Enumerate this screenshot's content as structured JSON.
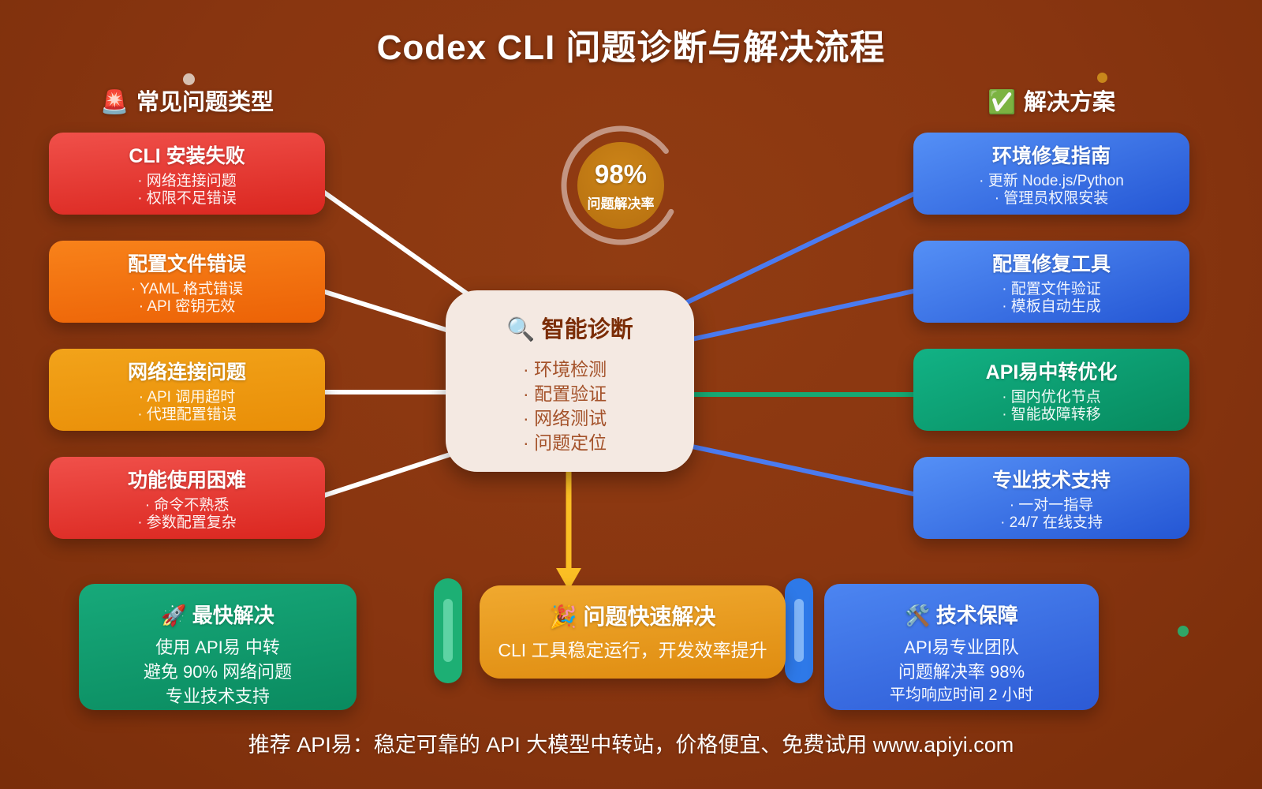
{
  "title": "Codex CLI 问题诊断与解决流程",
  "left": {
    "header": {
      "icon": "🚨",
      "label": "常见问题类型"
    },
    "cards": [
      {
        "title": "CLI 安装失败",
        "items": [
          "网络连接问题",
          "权限不足错误"
        ]
      },
      {
        "title": "配置文件错误",
        "items": [
          "YAML 格式错误",
          "API 密钥无效"
        ]
      },
      {
        "title": "网络连接问题",
        "items": [
          "API 调用超时",
          "代理配置错误"
        ]
      },
      {
        "title": "功能使用困难",
        "items": [
          "命令不熟悉",
          "参数配置复杂"
        ]
      }
    ]
  },
  "right": {
    "header": {
      "icon": "✅",
      "label": "解决方案"
    },
    "cards": [
      {
        "title": "环境修复指南",
        "items": [
          "更新 Node.js/Python",
          "管理员权限安装"
        ]
      },
      {
        "title": "配置修复工具",
        "items": [
          "配置文件验证",
          "模板自动生成"
        ]
      },
      {
        "title": "API易中转优化",
        "items": [
          "国内优化节点",
          "智能故障转移"
        ]
      },
      {
        "title": "专业技术支持",
        "items": [
          "一对一指导",
          "24/7 在线支持"
        ]
      }
    ]
  },
  "gauge": {
    "value": "98%",
    "label": "问题解决率"
  },
  "center": {
    "icon": "🔍",
    "title": "智能诊断",
    "items": [
      "环境检测",
      "配置验证",
      "网络测试",
      "问题定位"
    ]
  },
  "bottom": {
    "cards": [
      {
        "icon": "🚀",
        "title": "最快解决",
        "lines": [
          "使用 API易 中转",
          "避免 90% 网络问题",
          "专业技术支持"
        ]
      },
      {
        "icon": "🎉",
        "title": "问题快速解决",
        "lines": [
          "CLI 工具稳定运行，开发效率提升"
        ]
      },
      {
        "icon": "🛠️",
        "title": "技术保障",
        "lines": [
          "API易专业团队",
          "问题解决率 98%",
          "平均响应时间 2 小时"
        ]
      }
    ]
  },
  "footer": "推荐 API易：稳定可靠的 API 大模型中转站，价格便宜、免费试用 www.apiyi.com",
  "colors": {
    "background": "#883510",
    "red": "#e53935",
    "orange": "#f4770f",
    "amber": "#f0a113",
    "blue": "#3d74ee",
    "green": "#0fa36d",
    "yellow": "#eda027",
    "cream": "#f4e9e2",
    "line_white": "#ffffff",
    "line_blue": "#4b7bf0",
    "line_green": "#16a973",
    "arrow_yellow": "#fbbf24",
    "ring": "#c9a08f",
    "gauge_disc": "#bd7815"
  }
}
